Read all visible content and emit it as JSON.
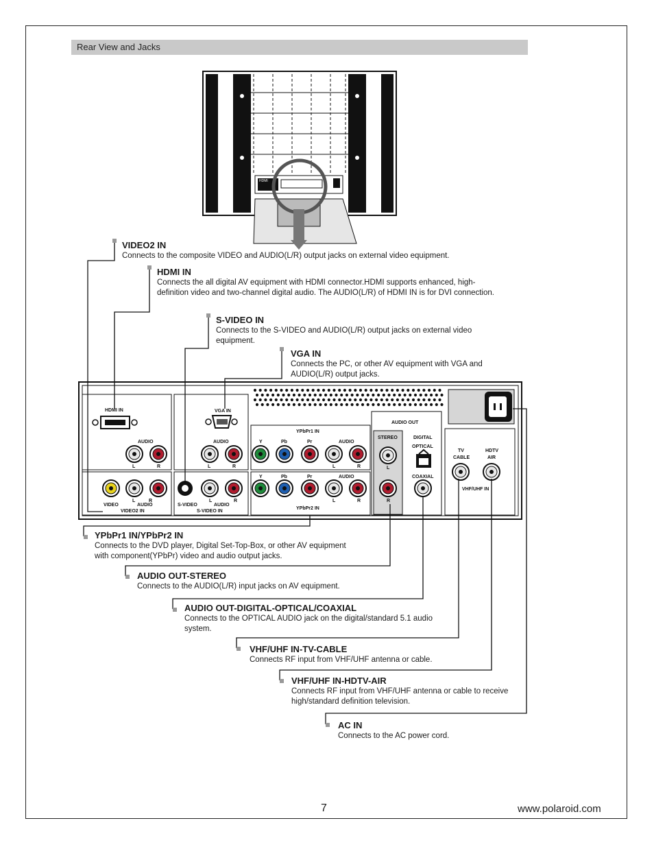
{
  "section_title": "Rear View and Jacks",
  "callouts": [
    {
      "title": "VIDEO2 IN",
      "desc": "Connects to the composite VIDEO and AUDIO(L/R) output jacks on external video equipment."
    },
    {
      "title": "HDMI IN",
      "desc": "Connects the all digital AV equipment with HDMI connector.HDMI supports enhanced, high-definition video and two-channel digital audio.  The AUDIO(L/R) of HDMI IN is for DVI connection."
    },
    {
      "title": "S-VIDEO IN",
      "desc": "Connects to the S-VIDEO and AUDIO(L/R) output jacks on external video equipment."
    },
    {
      "title": "VGA IN",
      "desc": "Connects the PC, or other AV equipment with VGA and AUDIO(L/R) output jacks."
    },
    {
      "title": "YPbPr1 IN/YPbPr2 IN",
      "desc": "Connects to the DVD player, Digital Set-Top-Box, or other AV equipment with component(YPbPr) video and audio output jacks."
    },
    {
      "title": "AUDIO OUT-STEREO",
      "desc": "Connects to the AUDIO(L/R) input jacks on AV equipment."
    },
    {
      "title": "AUDIO OUT-DIGITAL-OPTICAL/COAXIAL",
      "desc": "Connects to the OPTICAL AUDIO jack on the digital/standard 5.1 audio system."
    },
    {
      "title": "VHF/UHF IN-TV-CABLE",
      "desc": "Connects RF input from VHF/UHF antenna or cable."
    },
    {
      "title": "VHF/UHF IN-HDTV-AIR",
      "desc": "Connects RF input from VHF/UHF antenna or cable to receive high/standard definition television."
    },
    {
      "title": "AC IN",
      "desc": "Connects to the AC power cord."
    }
  ],
  "panel_labels": {
    "hdmi_in": "HDMI IN",
    "vga_in": "VGA IN",
    "audio": "AUDIO",
    "l": "L",
    "r": "R",
    "ypbpr1_in": "YPbPr1 IN",
    "ypbpr2_in": "YPbPr2 IN",
    "y": "Y",
    "pb": "Pb",
    "pr": "Pr",
    "video": "VIDEO",
    "video2_in": "VIDEO2 IN",
    "s_video": "S-VIDEO",
    "s_video_in": "S-VIDEO IN",
    "audio_out": "AUDIO OUT",
    "stereo": "STEREO",
    "digital": "DIGITAL",
    "optical": "OPTICAL",
    "coaxial": "COAXIAL",
    "tv": "TV",
    "cable": "CABLE",
    "hdtv": "HDTV",
    "air": "AIR",
    "vhf_uhf_in": "VHF/UHF IN",
    "tv_hdmi_tag": "HDMI"
  },
  "colors": {
    "jack_red": "#b01c2e",
    "jack_white": "#e8e8e8",
    "jack_yellow": "#e8d21c",
    "jack_green": "#1e8a3a",
    "jack_blue": "#1f5fb0",
    "panel_gray": "#d6d6d6"
  },
  "footer": {
    "page": "7",
    "url": "www.polaroid.com"
  }
}
